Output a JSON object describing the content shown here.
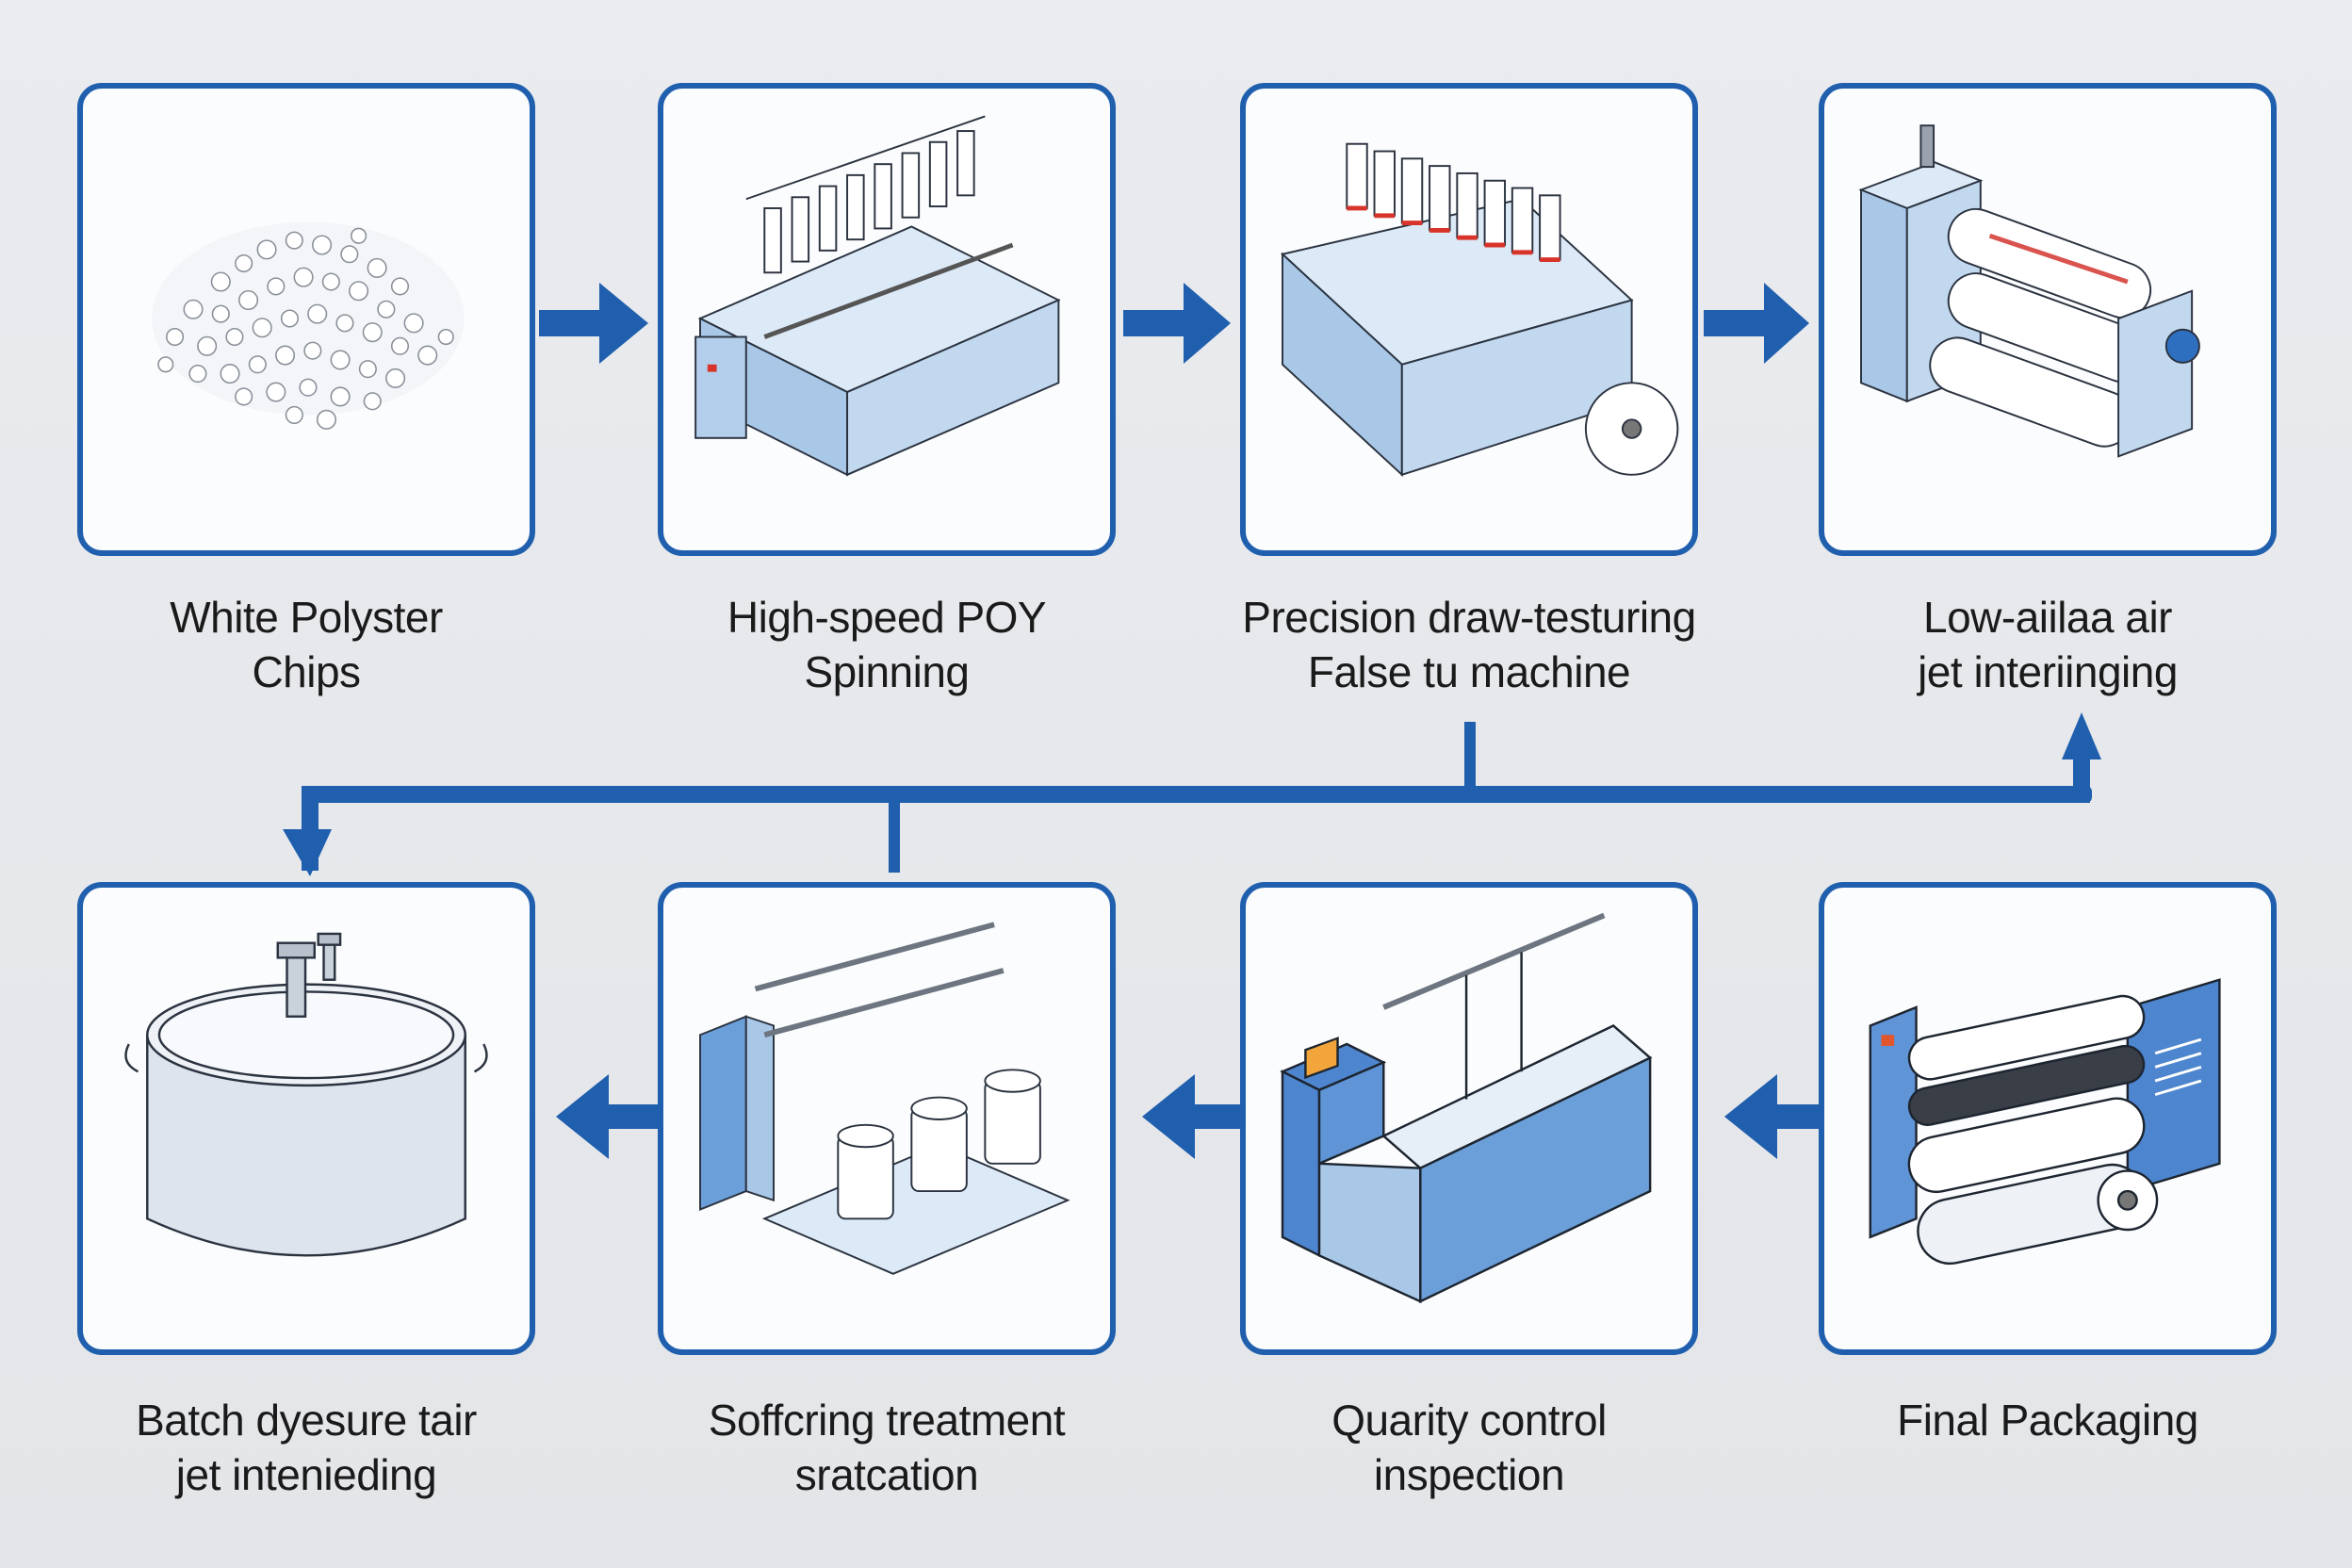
{
  "diagram": {
    "title": "",
    "accent_color": "#1f5fae",
    "steps": [
      {
        "id": 1,
        "label_line1": "White Polyster",
        "label_line2": "Chips",
        "illustration": "polyester-chips-pile"
      },
      {
        "id": 2,
        "label_line1": "High-speed POY",
        "label_line2": "Spinning",
        "illustration": "spinning-machine"
      },
      {
        "id": 3,
        "label_line1": "Precision draw-testuring",
        "label_line2": "False tu machine",
        "illustration": "draw-texturing-machine"
      },
      {
        "id": 4,
        "label_line1": "Low-aiilaa air",
        "label_line2": "jet interiinging",
        "illustration": "air-jet-interlacing-machine"
      },
      {
        "id": 5,
        "label_line1": "Batch dyesure tair",
        "label_line2": "jet intenieding",
        "illustration": "dyeing-tank"
      },
      {
        "id": 6,
        "label_line1": "Soffcring treatment",
        "label_line2": "sratcation",
        "illustration": "softening-machine-with-bobbins"
      },
      {
        "id": 7,
        "label_line1": "Quarity control",
        "label_line2": "inspection",
        "illustration": "inspection-machine"
      },
      {
        "id": 8,
        "label_line1": "Final Packaging",
        "label_line2": "",
        "illustration": "packaging-roll-machine"
      }
    ],
    "connectors": [
      {
        "from": 1,
        "to": 2,
        "direction": "right"
      },
      {
        "from": 2,
        "to": 3,
        "direction": "right"
      },
      {
        "from": 3,
        "to": 4,
        "direction": "right"
      },
      {
        "from": 3,
        "to": 4,
        "direction": "up",
        "via": "bus-line"
      },
      {
        "from": 6,
        "to": 5,
        "direction": "down",
        "via": "bus-line"
      },
      {
        "from": 8,
        "to": 7,
        "direction": "left"
      },
      {
        "from": 7,
        "to": 6,
        "direction": "left"
      },
      {
        "from": 6,
        "to": 5,
        "direction": "left"
      }
    ]
  }
}
